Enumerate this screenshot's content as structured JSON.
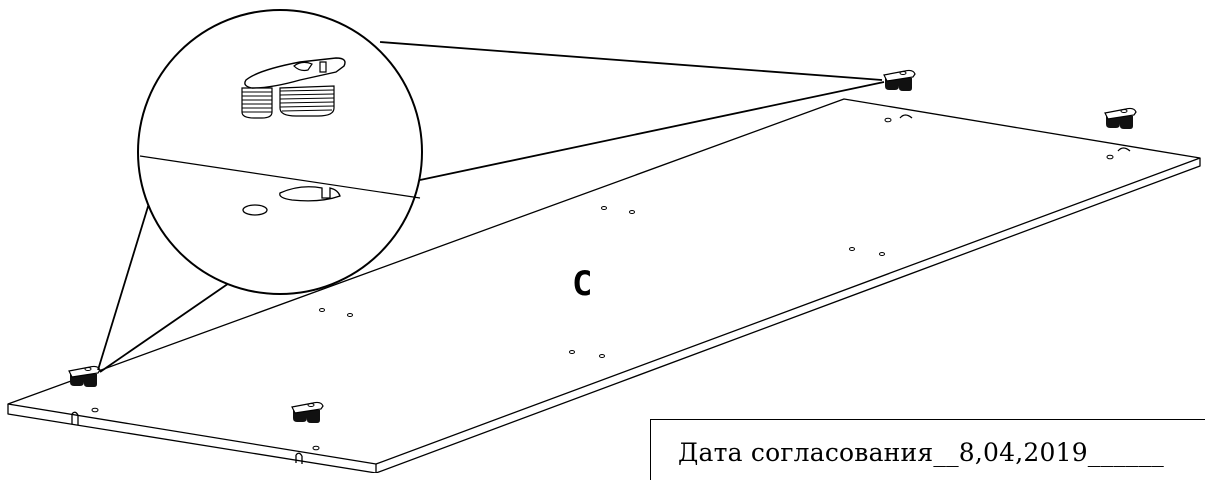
{
  "panel": {
    "label": "C"
  },
  "stamp": {
    "text": "Дата согласования__8,04,2019______"
  },
  "colors": {
    "line": "#000000",
    "background": "#ffffff"
  },
  "icons": {
    "fitting": "cam-lock-fitting-icon",
    "detail": "magnified-detail-callout"
  }
}
